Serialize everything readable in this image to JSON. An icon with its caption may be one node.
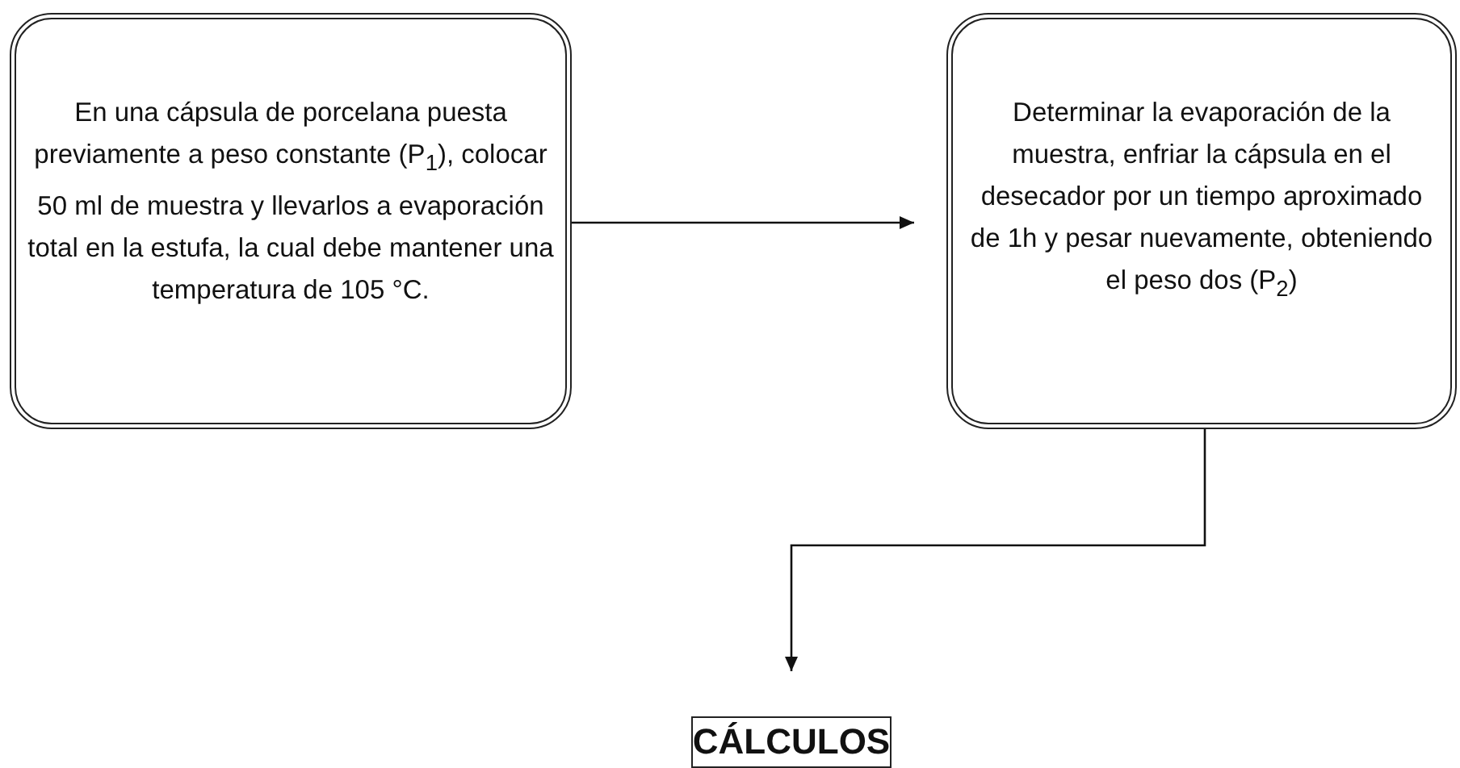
{
  "diagram": {
    "nodes": [
      {
        "text": [
          "En una cápsula de porcelana puesta previamente a peso constante (P$_{1}$), colocar 50 ml de muestra y llevarlos a evaporación total en la estufa, la cual debe mantener una temperatura de 105 °C."
        ]
      },
      {
        "text": [
          "Determinar la evaporación de la muestra, enfriar la cápsula en el desecador por un tiempo aproximado de 1h y pesar nuevamente, obteniendo el peso dos (P$_{2}$)"
        ]
      },
      {
        "text": [
          "CÁLCULOS"
        ]
      }
    ],
    "edges": [
      {
        "from": 0,
        "to": 1,
        "arrow": "to"
      },
      {
        "from": 1,
        "to": 2,
        "arrow": "to"
      }
    ]
  }
}
